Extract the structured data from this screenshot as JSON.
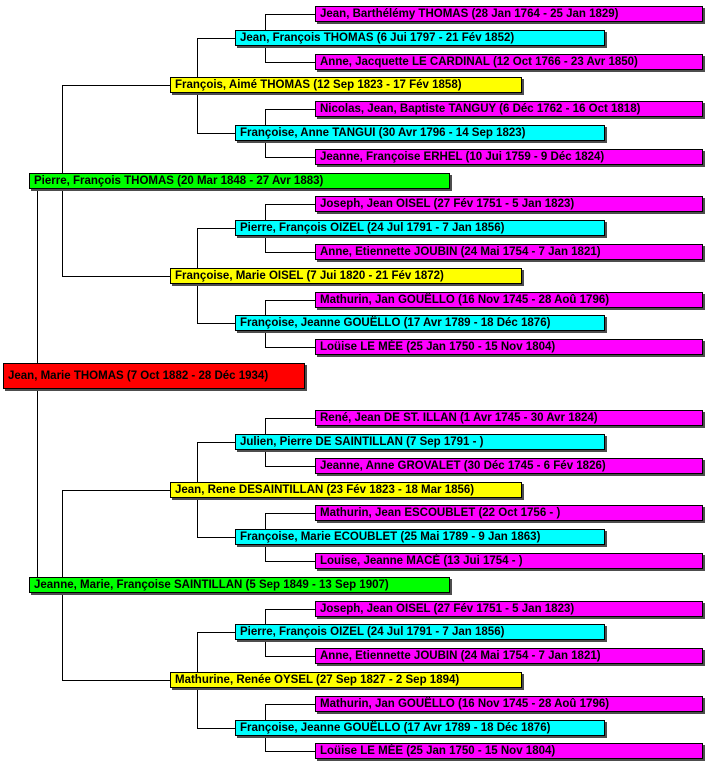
{
  "diagram": {
    "title": "ancestor-tree",
    "background_color": "#FFFFFF",
    "connector_color": "#000000",
    "generations": [
      {
        "name": "root-person",
        "color": "#FF0000"
      },
      {
        "name": "parents",
        "color": "#00FF00"
      },
      {
        "name": "grandparents",
        "color": "#FFFF00"
      },
      {
        "name": "great-grandparents",
        "color": "#00FFFF"
      },
      {
        "name": "great-great-grandparents",
        "color": "#FF00FF"
      }
    ],
    "persons": [
      {
        "row": 0,
        "generation": 4,
        "label": "Jean, Barthélémy THOMAS (28 Jan 1764 - 25 Jan 1829)"
      },
      {
        "row": 1,
        "generation": 3,
        "label": "Jean, François THOMAS (6 Jui 1797 - 21 Fév 1852)"
      },
      {
        "row": 2,
        "generation": 4,
        "label": "Anne, Jacquette LE CARDINAL (12 Oct 1766 - 23 Avr 1850)"
      },
      {
        "row": 3,
        "generation": 2,
        "label": "François, Aimé THOMAS (12 Sep 1823 - 17 Fév 1858)"
      },
      {
        "row": 4,
        "generation": 4,
        "label": "Nicolas, Jean, Baptiste TANGUY (6 Déc 1762 - 16 Oct 1818)"
      },
      {
        "row": 5,
        "generation": 3,
        "label": "Françoise, Anne TANGUI (30 Avr 1796 - 14 Sep 1823)"
      },
      {
        "row": 6,
        "generation": 4,
        "label": "Jeanne, Françoise ERHEL (10 Jui 1759 - 9 Déc 1824)"
      },
      {
        "row": 7,
        "generation": 1,
        "label": "Pierre, François THOMAS (20 Mar 1848 - 27 Avr 1883)"
      },
      {
        "row": 8,
        "generation": 4,
        "label": "Joseph, Jean OISEL (27 Fév 1751 - 5 Jan 1823)"
      },
      {
        "row": 9,
        "generation": 3,
        "label": "Pierre, François OIZEL (24 Jul 1791 - 7 Jan 1856)"
      },
      {
        "row": 10,
        "generation": 4,
        "label": "Anne, Etiennette JOUBIN (24 Mai 1754 - 7 Jan 1821)"
      },
      {
        "row": 11,
        "generation": 2,
        "label": "Françoise, Marie OISEL (7 Jui 1820 - 21 Fév 1872)"
      },
      {
        "row": 12,
        "generation": 4,
        "label": "Mathurin, Jan GOUËLLO (16 Nov 1745 - 28 Aoû 1796)"
      },
      {
        "row": 13,
        "generation": 3,
        "label": "Françoise, Jeanne GOUËLLO (17 Avr 1789 - 18 Déc 1876)"
      },
      {
        "row": 14,
        "generation": 4,
        "label": "Loüise LE MÉE (25 Jan 1750 - 15 Nov 1804)"
      },
      {
        "row": 15,
        "generation": 0,
        "label": "Jean, Marie THOMAS (7 Oct 1882 - 28 Déc 1934)"
      },
      {
        "row": 16,
        "generation": 4,
        "label": "René, Jean DE ST. ILLAN (1 Avr 1745 - 30 Avr 1824)"
      },
      {
        "row": 17,
        "generation": 3,
        "label": "Julien, Pierre DE SAINTILLAN (7 Sep 1791 - )"
      },
      {
        "row": 18,
        "generation": 4,
        "label": "Jeanne, Anne GROVALET (30 Déc 1745 - 6 Fév 1826)"
      },
      {
        "row": 19,
        "generation": 2,
        "label": "Jean, Rene DESAINTILLAN (23 Fév 1823 - 18 Mar 1856)"
      },
      {
        "row": 20,
        "generation": 4,
        "label": "Mathurin, Jean ESCOUBLET (22 Oct 1756 - )"
      },
      {
        "row": 21,
        "generation": 3,
        "label": "Françoise, Marie ECOUBLET (25 Mai 1789 - 9 Jan 1863)"
      },
      {
        "row": 22,
        "generation": 4,
        "label": "Louise, Jeanne MACÉ (13 Jui 1754 - )"
      },
      {
        "row": 23,
        "generation": 1,
        "label": "Jeanne, Marie, Françoise SAINTILLAN (5 Sep 1849 - 13 Sep 1907)"
      },
      {
        "row": 24,
        "generation": 4,
        "label": "Joseph, Jean OISEL (27 Fév 1751 - 5 Jan 1823)"
      },
      {
        "row": 25,
        "generation": 3,
        "label": "Pierre, François OIZEL (24 Jul 1791 - 7 Jan 1856)"
      },
      {
        "row": 26,
        "generation": 4,
        "label": "Anne, Etiennette JOUBIN (24 Mai 1754 - 7 Jan 1821)"
      },
      {
        "row": 27,
        "generation": 2,
        "label": "Mathurine, Renée OYSEL (27 Sep 1827 - 2 Sep 1894)"
      },
      {
        "row": 28,
        "generation": 4,
        "label": "Mathurin, Jan GOUËLLO (16 Nov 1745 - 28 Aoû 1796)"
      },
      {
        "row": 29,
        "generation": 3,
        "label": "Françoise, Jeanne GOUËLLO (17 Avr 1789 - 18 Déc 1876)"
      },
      {
        "row": 30,
        "generation": 4,
        "label": "Loüise LE MÉE (25 Jan 1750 - 15 Nov 1804)"
      }
    ]
  }
}
